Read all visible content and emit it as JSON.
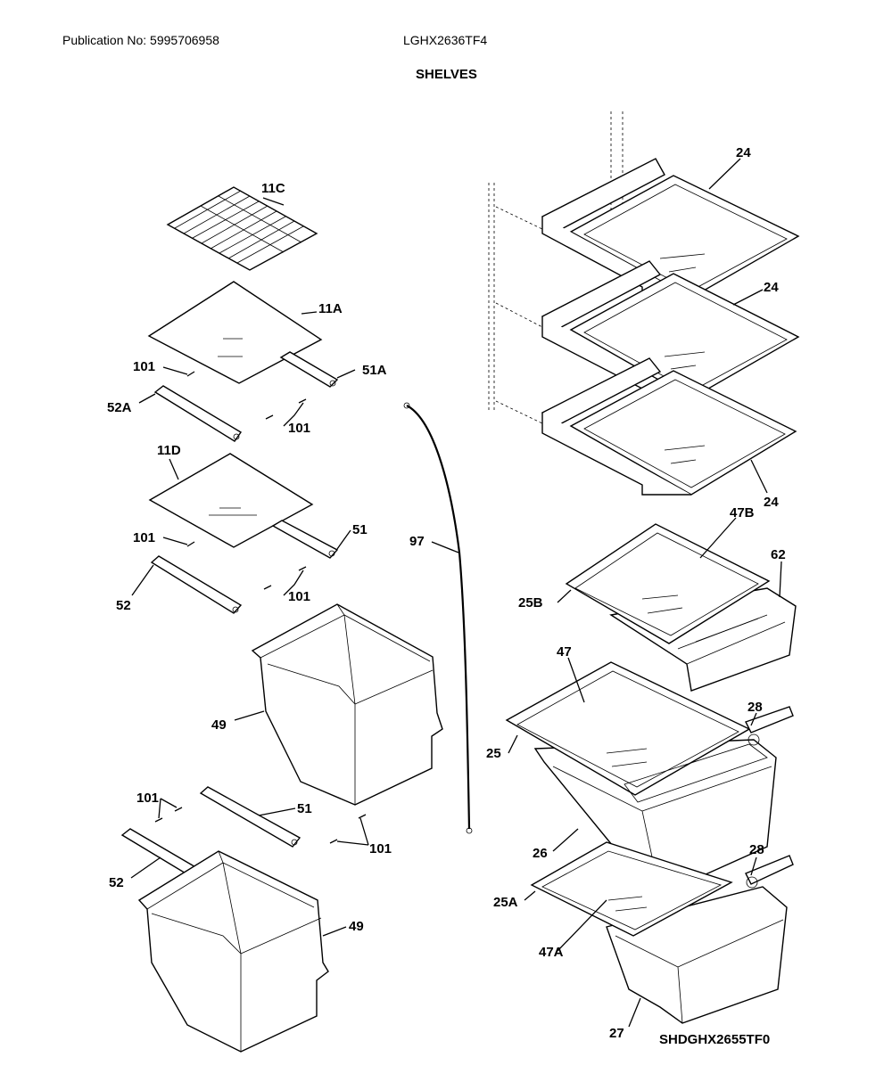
{
  "header": {
    "publication": "Publication No: 5995706958",
    "model": "LGHX2636TF4",
    "title": "SHELVES"
  },
  "footer": {
    "diagram_code": "SHDGHX2655TF0"
  },
  "callouts": [
    {
      "id": "11C",
      "label": "11C"
    },
    {
      "id": "11A",
      "label": "11A"
    },
    {
      "id": "101a",
      "label": "101"
    },
    {
      "id": "51A",
      "label": "51A"
    },
    {
      "id": "52A",
      "label": "52A"
    },
    {
      "id": "101b",
      "label": "101"
    },
    {
      "id": "11D",
      "label": "11D"
    },
    {
      "id": "101c",
      "label": "101"
    },
    {
      "id": "51a",
      "label": "51"
    },
    {
      "id": "52a",
      "label": "52"
    },
    {
      "id": "101d",
      "label": "101"
    },
    {
      "id": "97",
      "label": "97"
    },
    {
      "id": "49a",
      "label": "49"
    },
    {
      "id": "101e",
      "label": "101"
    },
    {
      "id": "51b",
      "label": "51"
    },
    {
      "id": "101f",
      "label": "101"
    },
    {
      "id": "52b",
      "label": "52"
    },
    {
      "id": "49b",
      "label": "49"
    },
    {
      "id": "24a",
      "label": "24"
    },
    {
      "id": "24b",
      "label": "24"
    },
    {
      "id": "24c",
      "label": "24"
    },
    {
      "id": "47B",
      "label": "47B"
    },
    {
      "id": "62",
      "label": "62"
    },
    {
      "id": "25B",
      "label": "25B"
    },
    {
      "id": "47",
      "label": "47"
    },
    {
      "id": "28a",
      "label": "28"
    },
    {
      "id": "25",
      "label": "25"
    },
    {
      "id": "26",
      "label": "26"
    },
    {
      "id": "28b",
      "label": "28"
    },
    {
      "id": "25A",
      "label": "25A"
    },
    {
      "id": "47A",
      "label": "47A"
    },
    {
      "id": "27",
      "label": "27"
    }
  ]
}
